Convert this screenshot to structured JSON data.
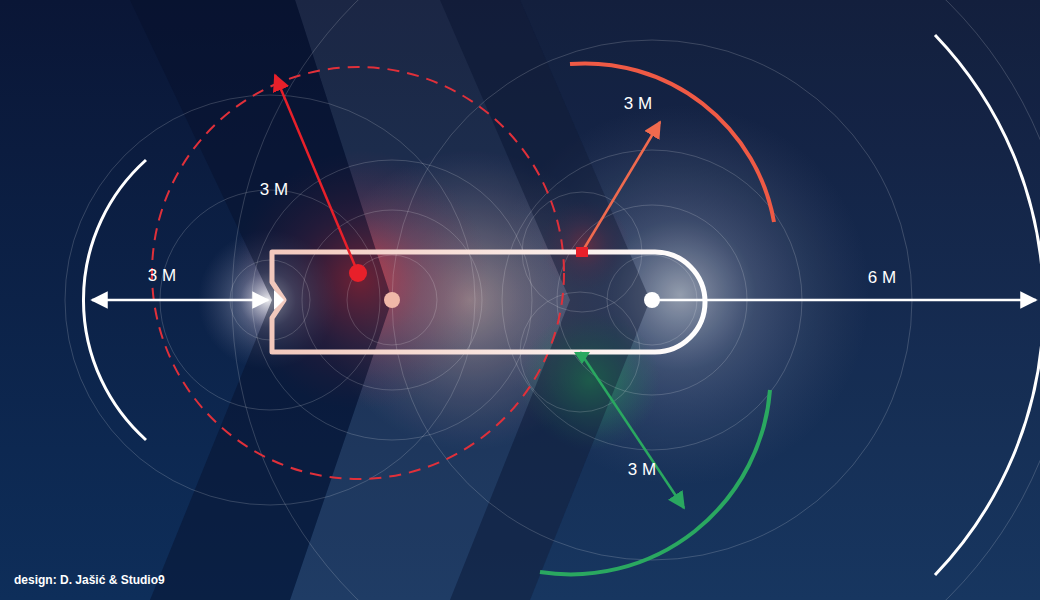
{
  "diagram": {
    "labels": [
      "3 M",
      "3 M",
      "3 M",
      "6 M",
      "3 M",
      "design: D. Jašić & Studio9"
    ]
  }
}
